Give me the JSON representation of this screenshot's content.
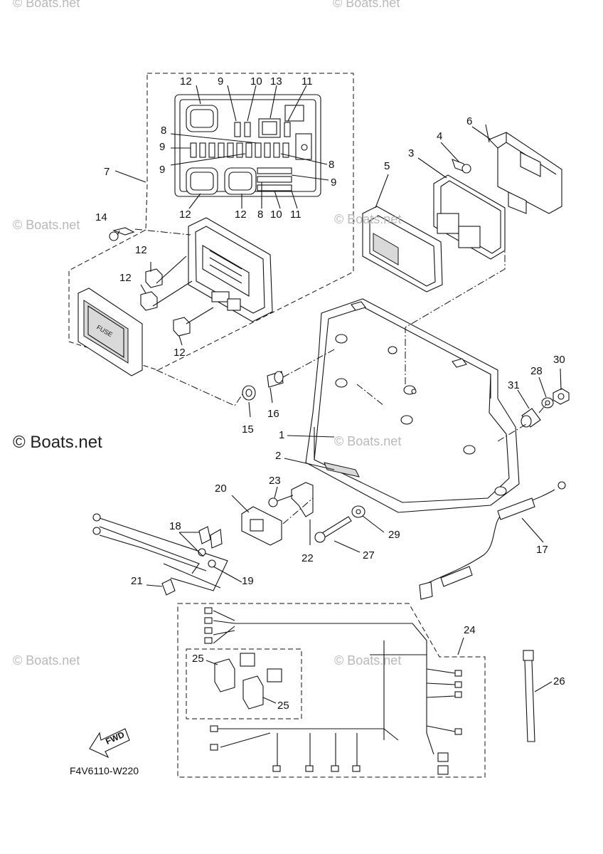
{
  "watermarks": {
    "top_left": "© Boats.net",
    "top_center": "© Boats.net",
    "left_upper": "© Boats.net",
    "center_upper": "© Boats.net",
    "left_main": "© Boats.net",
    "center_mid": "© Boats.net",
    "left_lower": "© Boats.net",
    "center_lower": "© Boats.net"
  },
  "drawing_code": "F4V6110-W220",
  "fwd_arrow_text": "FWD",
  "fuse_label": "FUSE",
  "labels": {
    "fb_12_top": "12",
    "fb_9_top": "9",
    "fb_10_top": "10",
    "fb_13_top": "13",
    "fb_11_top": "11",
    "fb_8_left": "8",
    "fb_9_left_a": "9",
    "fb_9_left_b": "9",
    "fb_8_right": "8",
    "fb_9_right": "9",
    "fb_12_bl": "12",
    "fb_12_bm": "12",
    "fb_8_bottom": "8",
    "fb_10_bottom": "10",
    "fb_11_bottom": "11",
    "p7": "7",
    "p14": "14",
    "p12_a": "12",
    "p12_b": "12",
    "p12_c": "12",
    "p6": "6",
    "p4": "4",
    "p3": "3",
    "p5": "5",
    "p30": "30",
    "p28": "28",
    "p31": "31",
    "p16": "16",
    "p15": "15",
    "p1": "1",
    "p2": "2",
    "p23": "23",
    "p20": "20",
    "p18": "18",
    "p29": "29",
    "p27": "27",
    "p22": "22",
    "p17": "17",
    "p21": "21",
    "p19": "19",
    "p24": "24",
    "p25_a": "25",
    "p25_b": "25",
    "p26": "26"
  }
}
